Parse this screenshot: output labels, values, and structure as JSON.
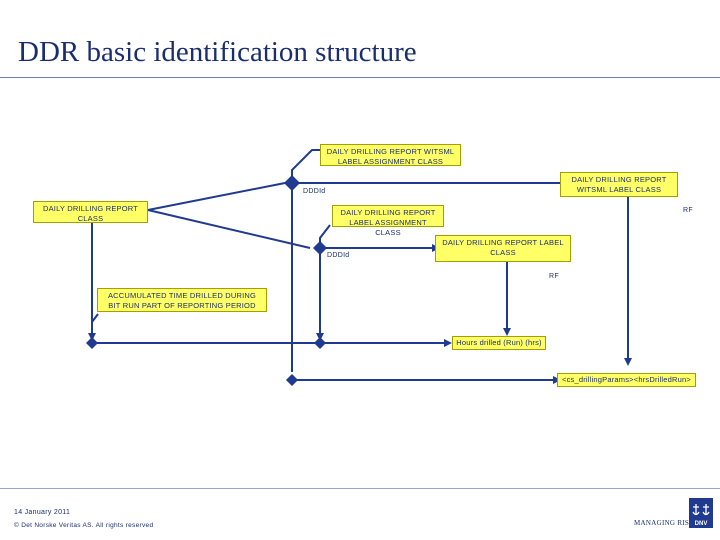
{
  "title": "DDR basic identification structure",
  "nodes": {
    "witsml_label_assignment_class": "DAILY DRILLING REPORT WITSML LABEL ASSIGNMENT CLASS",
    "witsml_label_class": "DAILY DRILLING REPORT WITSML LABEL CLASS",
    "ddr_class": "DAILY DRILLING REPORT CLASS",
    "label_assignment_class": "DAILY DRILLING REPORT LABEL ASSIGNMENT CLASS",
    "label_class": "DAILY DRILLING REPORT LABEL CLASS",
    "accumulated_time": "ACCUMULATED TIME DRILLED DURING BIT RUN PART OF REPORTING PERIOD",
    "hours_drilled": "Hours drilled (Run) (hrs)",
    "cs_drilling_params": "<cs_drillingParams><hrsDrilledRun>"
  },
  "labels": {
    "dddid_1": "DDDId",
    "dddid_2": "DDDId",
    "rf_1": "RF",
    "rf_2": "RF"
  },
  "footer": {
    "date": "14 January 2011",
    "copyright": "© Det Norske Veritas AS. All rights reserved",
    "managing_risk": "MANAGING RISK",
    "logo_text": "DNV"
  },
  "colors": {
    "line": "#1f3a8f",
    "node_fill": "#ffff66",
    "title": "#1a2e6e"
  }
}
